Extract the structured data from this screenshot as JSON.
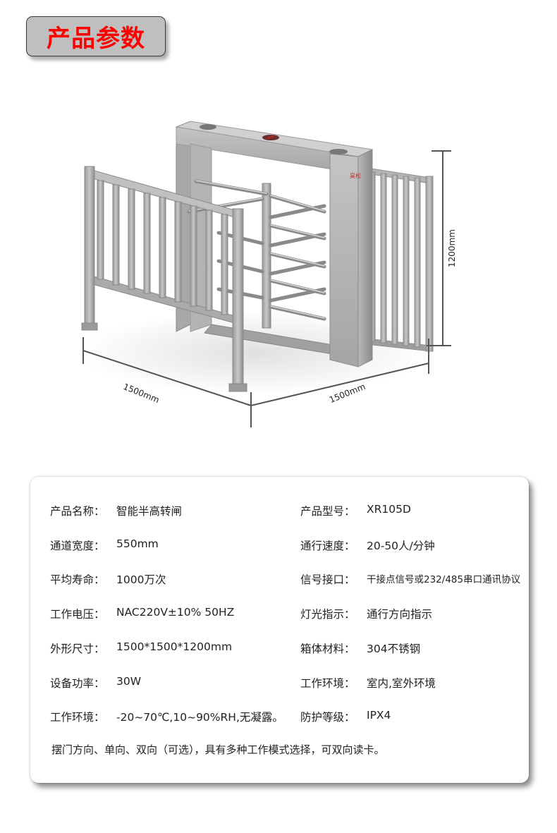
{
  "header": {
    "title": "产品参数",
    "title_color": "#ff0000",
    "badge_bg": "#bfbfbf"
  },
  "figure": {
    "subject": "智能半高转闸 turnstile illustration",
    "dimensions": {
      "width_left": "1500mm",
      "width_right": "1500mm",
      "height": "1200mm"
    },
    "brand_mark_color": "#c0302a"
  },
  "specs": {
    "left": [
      {
        "label": "产品名称：",
        "value": "智能半高转闸"
      },
      {
        "label": "通道宽度：",
        "value": "550mm"
      },
      {
        "label": "平均寿命：",
        "value": "1000万次"
      },
      {
        "label": "工作电压：",
        "value": "NAC220V±10% 50HZ"
      },
      {
        "label": "外形尺寸：",
        "value": "1500*1500*1200mm"
      },
      {
        "label": "设备功率：",
        "value": "30W"
      },
      {
        "label": "工作环境：",
        "value": "-20~70℃,10~90%RH,无凝露。"
      }
    ],
    "right": [
      {
        "label": "产品型号：",
        "value": "XR105D"
      },
      {
        "label": "通行速度：",
        "value": "20-50人/分钟"
      },
      {
        "label": "信号接口：",
        "value": "干接点信号或232/485串口通讯协议"
      },
      {
        "label": "灯光指示：",
        "value": "通行方向指示"
      },
      {
        "label": "箱体材料：",
        "value": "304不锈钢"
      },
      {
        "label": "工作环境：",
        "value": "室内,室外环境"
      },
      {
        "label": "防护等级：",
        "value": "IPX4"
      }
    ],
    "note": "摆门方向、单向、双向（可选），具有多种工作模式选择，可双向读卡。"
  }
}
